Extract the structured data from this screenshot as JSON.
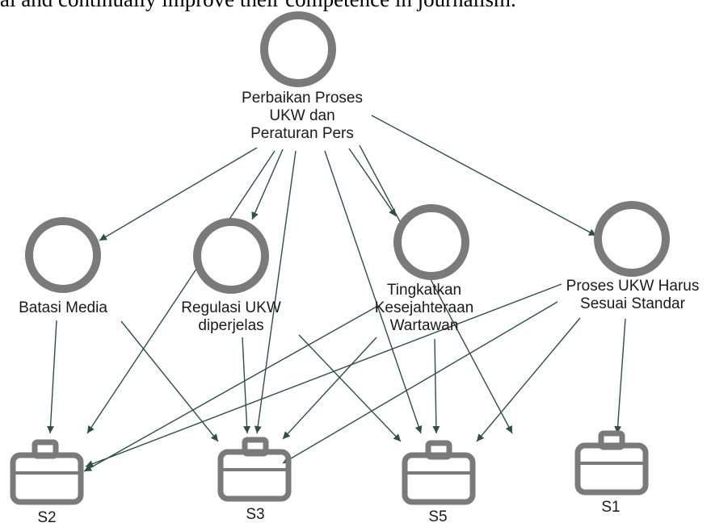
{
  "header_text": "al and continually improve their competence in journalism.",
  "colors": {
    "node": "#7a7a7a",
    "edge": "#2e4f44",
    "text": "#1a1a1a"
  },
  "nodes": {
    "root": {
      "lines": [
        "Perbaikan Proses",
        "UKW dan",
        "Peraturan Pers"
      ]
    },
    "batasi": {
      "lines": [
        "Batasi Media"
      ]
    },
    "regulasi": {
      "lines": [
        "Regulasi UKW",
        "diperjelas"
      ]
    },
    "tingkatkan": {
      "lines": [
        "Tingkatkan",
        "Kesejahteraan",
        "Wartawan"
      ]
    },
    "proses": {
      "lines": [
        "Proses UKW Harus",
        "Sesuai Standar"
      ]
    }
  },
  "stakeholders": {
    "s2": {
      "label": "S2"
    },
    "s3": {
      "label": "S3"
    },
    "s5": {
      "label": "S5"
    },
    "s1": {
      "label": "S1"
    }
  }
}
